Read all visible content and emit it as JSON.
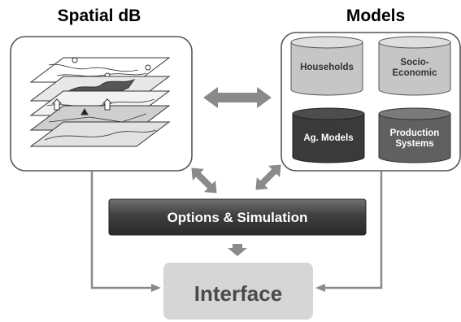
{
  "titles": {
    "spatial": "Spatial dB",
    "models": "Models"
  },
  "models": [
    {
      "label": "Households",
      "tone": "light"
    },
    {
      "label": "Socio-\nEconomic",
      "tone": "light"
    },
    {
      "label": "Ag. Models",
      "tone": "dark"
    },
    {
      "label": "Production\nSystems",
      "tone": "medium"
    }
  ],
  "options_label": "Options & Simulation",
  "interface_label": "Interface",
  "colors": {
    "cyl_light": "#c6c6c6",
    "cyl_light_top": "#dedede",
    "cyl_dark": "#3a3a3a",
    "cyl_dark_top": "#4d4d4d",
    "cyl_medium": "#606060",
    "cyl_medium_top": "#7a7a7a",
    "arrow": "#8a8a8a",
    "options_bar": "#3f3f3f",
    "interface_box": "#d6d6d6"
  }
}
